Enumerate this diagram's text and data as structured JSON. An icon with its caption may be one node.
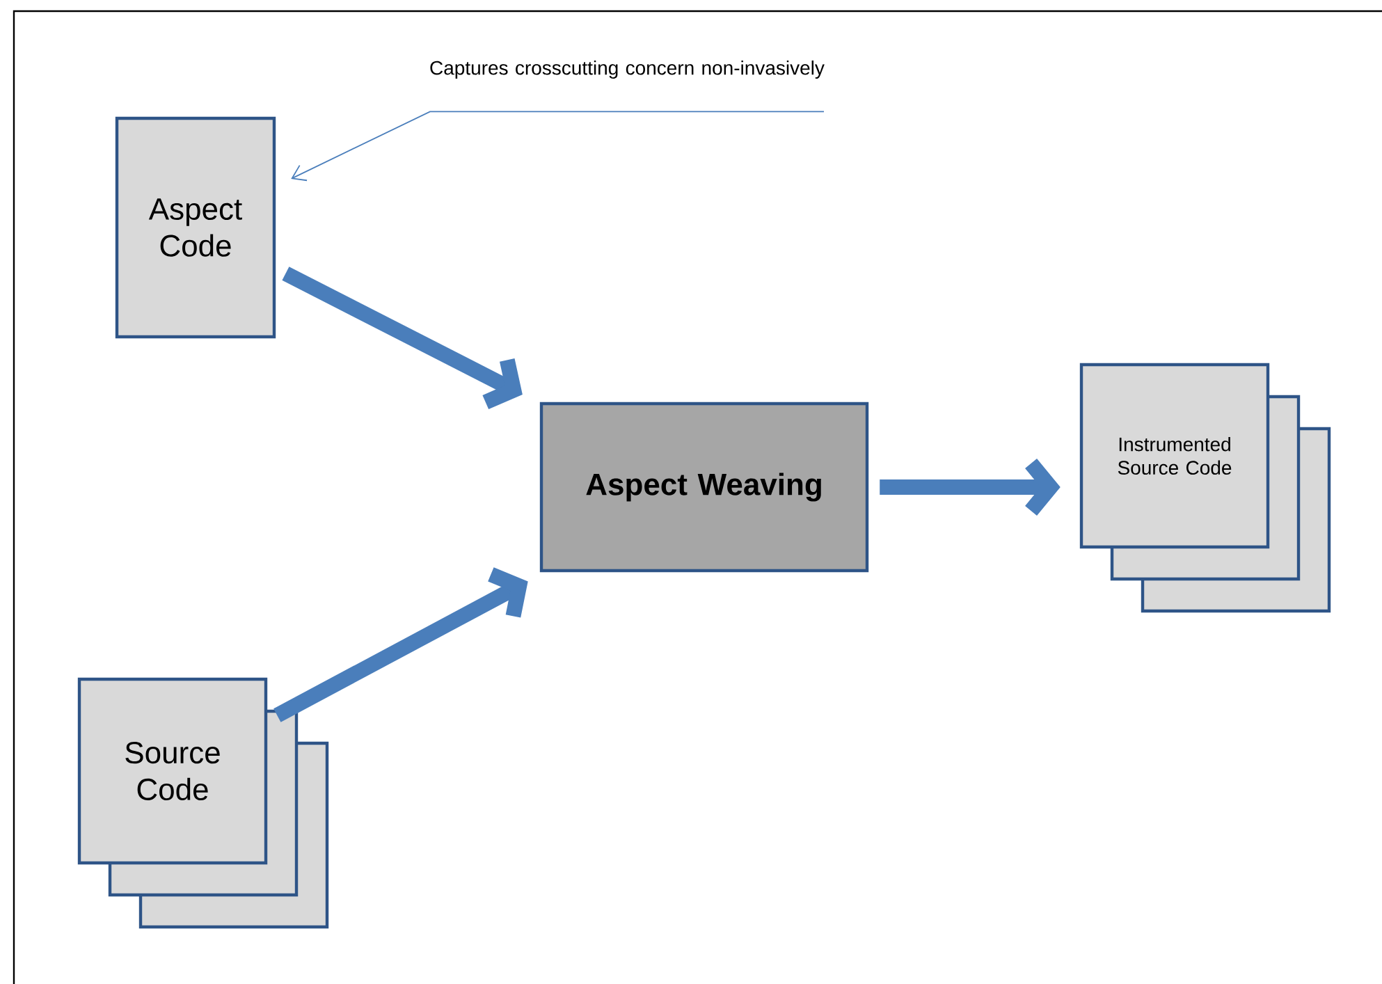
{
  "diagram": {
    "nodes": [
      {
        "text": [
          "Captures crosscutting concern non-invasively"
        ]
      },
      {
        "text": [
          "Aspect Code"
        ]
      },
      {
        "text": [
          "Source Code"
        ]
      },
      {
        "text": [
          "Aspect Weaving"
        ]
      },
      {
        "text": [
          "Instrumented Source Code"
        ]
      }
    ],
    "edges": [
      {
        "from": 0,
        "to": 1,
        "arrow": "to"
      },
      {
        "from": 1,
        "to": 3,
        "arrow": "to"
      },
      {
        "from": 2,
        "to": 3,
        "arrow": "to"
      },
      {
        "from": 3,
        "to": 4,
        "arrow": "to"
      }
    ]
  }
}
